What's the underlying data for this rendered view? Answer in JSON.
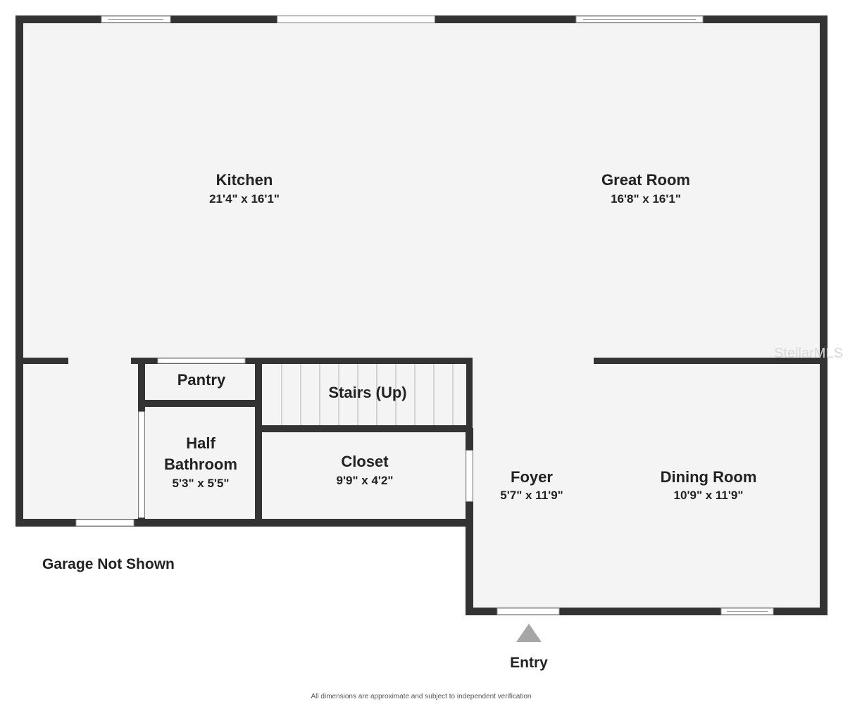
{
  "rooms": {
    "kitchen": {
      "name": "Kitchen",
      "dims": "21'4\" x 16'1\""
    },
    "great_room": {
      "name": "Great Room",
      "dims": "16'8\" x 16'1\""
    },
    "pantry": {
      "name": "Pantry"
    },
    "stairs": {
      "name": "Stairs (Up)"
    },
    "half_bathroom": {
      "name_line1": "Half",
      "name_line2": "Bathroom",
      "dims": "5'3\" x 5'5\""
    },
    "closet": {
      "name": "Closet",
      "dims": "9'9\" x 4'2\""
    },
    "foyer": {
      "name": "Foyer",
      "dims": "5'7\" x 11'9\""
    },
    "dining_room": {
      "name": "Dining Room",
      "dims": "10'9\" x 11'9\""
    }
  },
  "notes": {
    "garage": "Garage Not Shown",
    "entry": "Entry"
  },
  "watermark": "StellarMLS",
  "disclaimer": "All dimensions are approximate and subject to independent verification",
  "colors": {
    "wall": "#333333",
    "floor": "#f4f4f4",
    "entry_arrow": "#a6a6a6"
  }
}
